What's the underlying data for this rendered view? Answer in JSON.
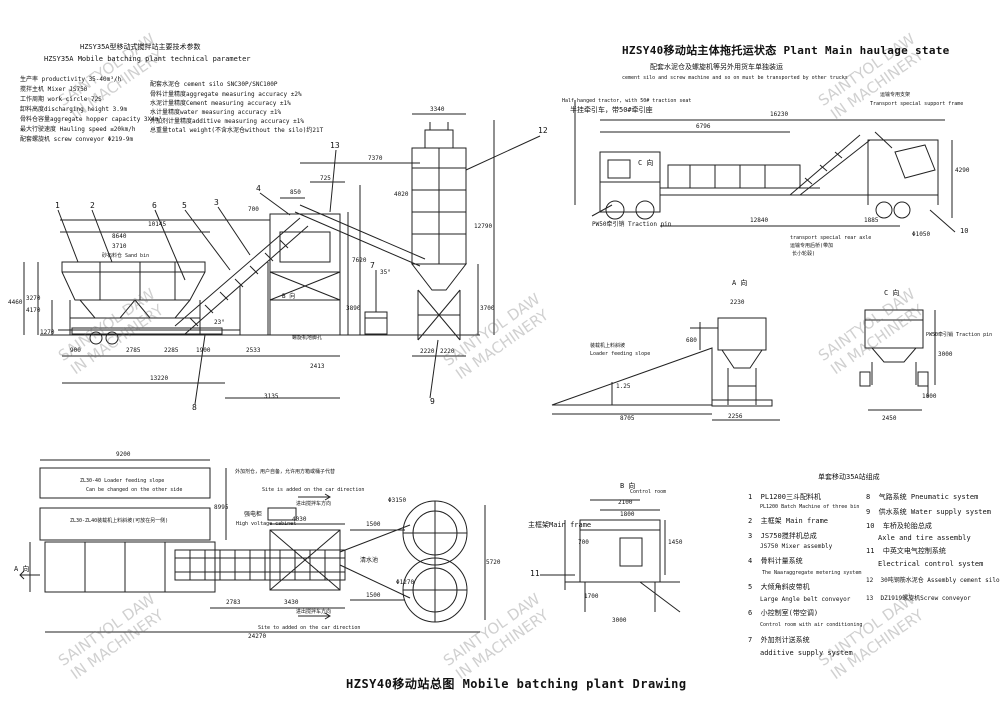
{
  "watermark": {
    "line1": "SAINTYOL DAW",
    "line2": "IN MACHINERY"
  },
  "drawing_title": "HZSY40移动站总图  Mobile batching plant Drawing",
  "technical_parameter": {
    "title_cn": "HZSY35A型移动式搅拌站主要技术参数",
    "title_en": "HZSY35A  Mobile batching plant technical parameter",
    "left_rows": [
      "生产率  productivity  35-40m³/h",
      "搅拌主机 Mixer       JS750",
      "工作周期 work circle    72S",
      "卸料高度discharging height 3.9m",
      "骨料仓容量aggregate hopper capacity  3X4m³",
      "最大行驶速度 Hauling speed   ≤20km/h",
      "配套螺旋机 screw conveyor    Φ219-9m"
    ],
    "right_rows": [
      "配套水泥仓 cement silo   SNC30P/SNC100P",
      "骨料计量精度aggregate measuring accuracy   ±2%",
      "水泥计量精度Cement measuring accuracy       ±1%",
      "水计量精度water measuring accuracy          ±1%",
      "外加剂计量精度additive measuring accuracy   ±1%",
      "总重量total weight(不含水泥仓without the silo)约21T"
    ]
  },
  "haulage_title": {
    "main": "HZSY40移动站主体拖托运状态 Plant Main haulage state",
    "sub_cn": "配套水泥仓及螺旋机等另外用货车单独装运",
    "sub_en": "cement silo and screw machine and so on must be transported by other trucks"
  },
  "haulage_view": {
    "tractor_note": "Half hanged tractor, with 50# traction seat",
    "tractor_note_cn": "半挂牵引车，带50#牵引座",
    "traction_pin": "PW50牵引销 Traction pin",
    "support_cn": "运输专用支架",
    "support_en": "Transport special support frame",
    "rear_axle_en": "transport special rear axle",
    "rear_axle_cn": "运输专用后桥(带加",
    "rear_axle_cn2": "长小轮毂)",
    "view_label": "C 向",
    "dims": [
      "16230",
      "6796",
      "4290",
      "1885",
      "Φ1050",
      "12840"
    ]
  },
  "view_a": {
    "label": "A 向",
    "slope_note_cn": "装载机上料斜坡",
    "slope_note_en": "Loader feeding slope",
    "dims": [
      "2230",
      "680",
      "8705",
      "2256",
      "1.25"
    ]
  },
  "view_c": {
    "label": "C 向",
    "traction_pin": "PW50牵引销 Traction pin",
    "dims": [
      "3000",
      "1000",
      "2450"
    ]
  },
  "front_view": {
    "dims_top": [
      "3340",
      "7370",
      "725",
      "850",
      "700",
      "10145",
      "8640",
      "3710"
    ],
    "dims_bottom": [
      "900",
      "2785",
      "2285",
      "1900",
      "2533",
      "2413",
      "13220",
      "3135",
      "2220",
      "2220"
    ],
    "dims_vertical": [
      "4460",
      "3270",
      "4170",
      "1270",
      "3890",
      "7620",
      "4020",
      "12790",
      "3700"
    ],
    "sand_bin": "砂石料仓 Sand bin",
    "b_view": "B 向",
    "bolt_note": "螺旋机地脚孔",
    "angle": "35°",
    "angle2": "23°",
    "callouts": [
      "1",
      "2",
      "6",
      "5",
      "3",
      "4",
      "13",
      "12",
      "7",
      "8",
      "9"
    ]
  },
  "plan_view": {
    "dims": [
      "9200",
      "4030",
      "1500",
      "1500",
      "5720",
      "2783",
      "3430",
      "24270",
      "8995",
      "Φ3150",
      "Φ1270"
    ],
    "slope_cn": "ZL30-40 Loader feeding slope",
    "slope_note": "Can be changed on the other side",
    "slope2": "ZL30-ZL40装载机上料斜坡(可放在另一侧)",
    "addition_cn": "外加剂仓，用户自备，允许用方箱或桶子代替",
    "addition_note": "Site is added on the car direction",
    "addition_cn2": "进出搅拌车方向",
    "power_cn": "强电柜",
    "power_en": "High voltage cabinet",
    "water_cn": "清水池",
    "exit_cn": "进出搅拌车方向",
    "exit_en": "Site to added on the car direction",
    "view_a": "A 向"
  },
  "view_b": {
    "label": "B 向",
    "main_frame": "主框架Main frame",
    "control_room": "Control room",
    "dims": [
      "2100",
      "1800",
      "700",
      "1450",
      "1700",
      "3000"
    ],
    "callout": "11"
  },
  "components": {
    "title": "单套移动35A站组成",
    "left": [
      {
        "no": "1",
        "cn": "PL1200三斗配料机",
        "en": "PL1200 Batch Machine of three bin"
      },
      {
        "no": "2",
        "cn": "主框架 Main frame",
        "en": ""
      },
      {
        "no": "3",
        "cn": "JS750搅拌机总成",
        "en": "JS750 Mixer assembly"
      },
      {
        "no": "4",
        "cn": "骨料计量系统",
        "en": "The Naaraggregate metering system"
      },
      {
        "no": "5",
        "cn": "大倾角斜皮带机",
        "en": "Large Angle belt conveyor"
      },
      {
        "no": "6",
        "cn": "小控制室(带空调)",
        "en": "Control room with air conditioning"
      },
      {
        "no": "7",
        "cn": "外加剂计送系统",
        "en": "additive supply system"
      }
    ],
    "right": [
      {
        "no": "8",
        "cn": "气路系统 Pneumatic system",
        "en": ""
      },
      {
        "no": "9",
        "cn": "供水系统 Water supply system",
        "en": ""
      },
      {
        "no": "10",
        "cn": "车桥及轮胎总成",
        "en": "Axle and tire assembly"
      },
      {
        "no": "11",
        "cn": "中英文电气控制系统",
        "en": "Electrical control system"
      },
      {
        "no": "12",
        "cn": "30吨钢筋水泥仓 Assembly cement silo",
        "en": ""
      },
      {
        "no": "13",
        "cn": "DZ1919螺旋机Screw conveyor",
        "en": ""
      }
    ]
  }
}
